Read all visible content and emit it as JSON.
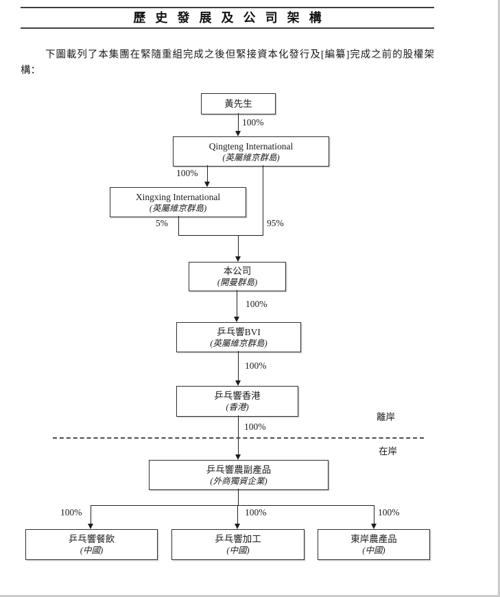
{
  "header": {
    "title": "歷史發展及公司架構"
  },
  "intro": {
    "line1": "下圖載列了本集團在緊隨重組完成之後但緊接資本化發行及[編纂]完成之前的股權架",
    "line2": "構："
  },
  "diagram": {
    "nodes": {
      "huang": {
        "name": "黃先生"
      },
      "qingteng": {
        "name": "Qingteng International",
        "place": "(英屬維京群島)"
      },
      "xingxing": {
        "name": "Xingxing International",
        "place": "(英屬維京群島)"
      },
      "company": {
        "name": "本公司",
        "place": "(開曼群島)"
      },
      "bvi": {
        "name": "乒乓響BVI",
        "place": "(英屬維京群島)"
      },
      "hk": {
        "name": "乒乓響香港",
        "place": "(香港)"
      },
      "wfoe": {
        "name": "乒乓響農副產品",
        "place": "(外商獨資企業)"
      },
      "catering": {
        "name": "乒乓響餐飲",
        "place": "(中國)"
      },
      "processing": {
        "name": "乒乓響加工",
        "place": "(中國)"
      },
      "dongan": {
        "name": "東岸農產品",
        "place": "(中國)"
      }
    },
    "ownership": {
      "huang_qingteng": "100%",
      "qingteng_xingxing": "100%",
      "xingxing_company": "5%",
      "qingteng_company": "95%",
      "company_bvi": "100%",
      "bvi_hk": "100%",
      "hk_wfoe": "100%",
      "wfoe_catering": "100%",
      "wfoe_processing": "100%",
      "wfoe_dongan": "100%"
    },
    "region_labels": {
      "offshore": "離岸",
      "onshore": "在岸"
    }
  },
  "colors": {
    "connector_line": "#1e1e1e",
    "header_rule": "#3d3d3d",
    "page_border": "#c9c9c9",
    "text": "#1b1b1b"
  }
}
